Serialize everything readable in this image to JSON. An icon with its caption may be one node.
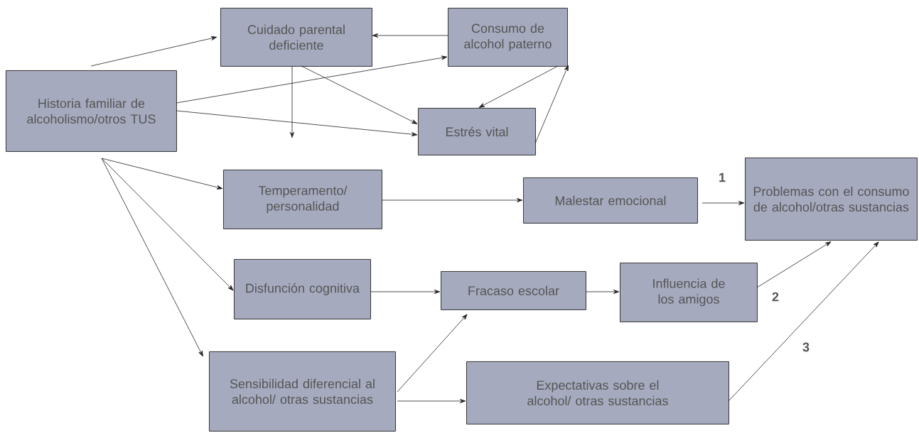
{
  "diagram": {
    "nodes": [
      {
        "text": [
          "Historia familiar de alcoholismo/otros TUS"
        ]
      },
      {
        "text": [
          "Cuidado parental deficiente"
        ]
      },
      {
        "text": [
          "Consumo de alcohol paterno"
        ]
      },
      {
        "text": [
          "Estrés vital"
        ]
      },
      {
        "text": [
          "Temperamento/ personalidad"
        ]
      },
      {
        "text": [
          "Malestar emocional"
        ]
      },
      {
        "text": [
          "Problemas con el consumo de alcohol/otras sustancias"
        ]
      },
      {
        "text": [
          "Disfunción cognitiva"
        ]
      },
      {
        "text": [
          "Fracaso escolar"
        ]
      },
      {
        "text": [
          "Influencia de los amigos"
        ]
      },
      {
        "text": [
          "Sensibilidad diferencial al alcohol/ otras sustancias"
        ]
      },
      {
        "text": [
          "Expectativas sobre el alcohol/ otras sustancias"
        ]
      }
    ],
    "edges": [
      {
        "from": 0,
        "to": 1,
        "arrow": "to"
      },
      {
        "from": 2,
        "to": 1,
        "arrow": "to"
      },
      {
        "from": 0,
        "to": 2,
        "arrow": "to"
      },
      {
        "from": 0,
        "to": 3,
        "arrow": "to"
      },
      {
        "from": 1,
        "to": 3,
        "arrow": "to"
      },
      {
        "from": 1,
        "to": null,
        "arrow": "to"
      },
      {
        "from": 2,
        "to": 3,
        "arrow": "to"
      },
      {
        "from": 3,
        "to": 2,
        "arrow": "to"
      },
      {
        "from": 0,
        "to": 4,
        "arrow": "to"
      },
      {
        "from": 0,
        "to": 7,
        "arrow": "to"
      },
      {
        "from": 0,
        "to": 10,
        "arrow": "to"
      },
      {
        "from": 4,
        "to": 5,
        "arrow": "to"
      },
      {
        "from": 5,
        "to": 6,
        "arrow": "to",
        "label": "1"
      },
      {
        "from": 7,
        "to": 8,
        "arrow": "to"
      },
      {
        "from": 10,
        "to": 8,
        "arrow": "to"
      },
      {
        "from": 10,
        "to": 11,
        "arrow": "to"
      },
      {
        "from": 8,
        "to": 9,
        "arrow": "to"
      },
      {
        "from": 9,
        "to": 6,
        "arrow": "to",
        "label": "2"
      },
      {
        "from": 11,
        "to": 6,
        "arrow": "to",
        "label": "3"
      }
    ]
  }
}
